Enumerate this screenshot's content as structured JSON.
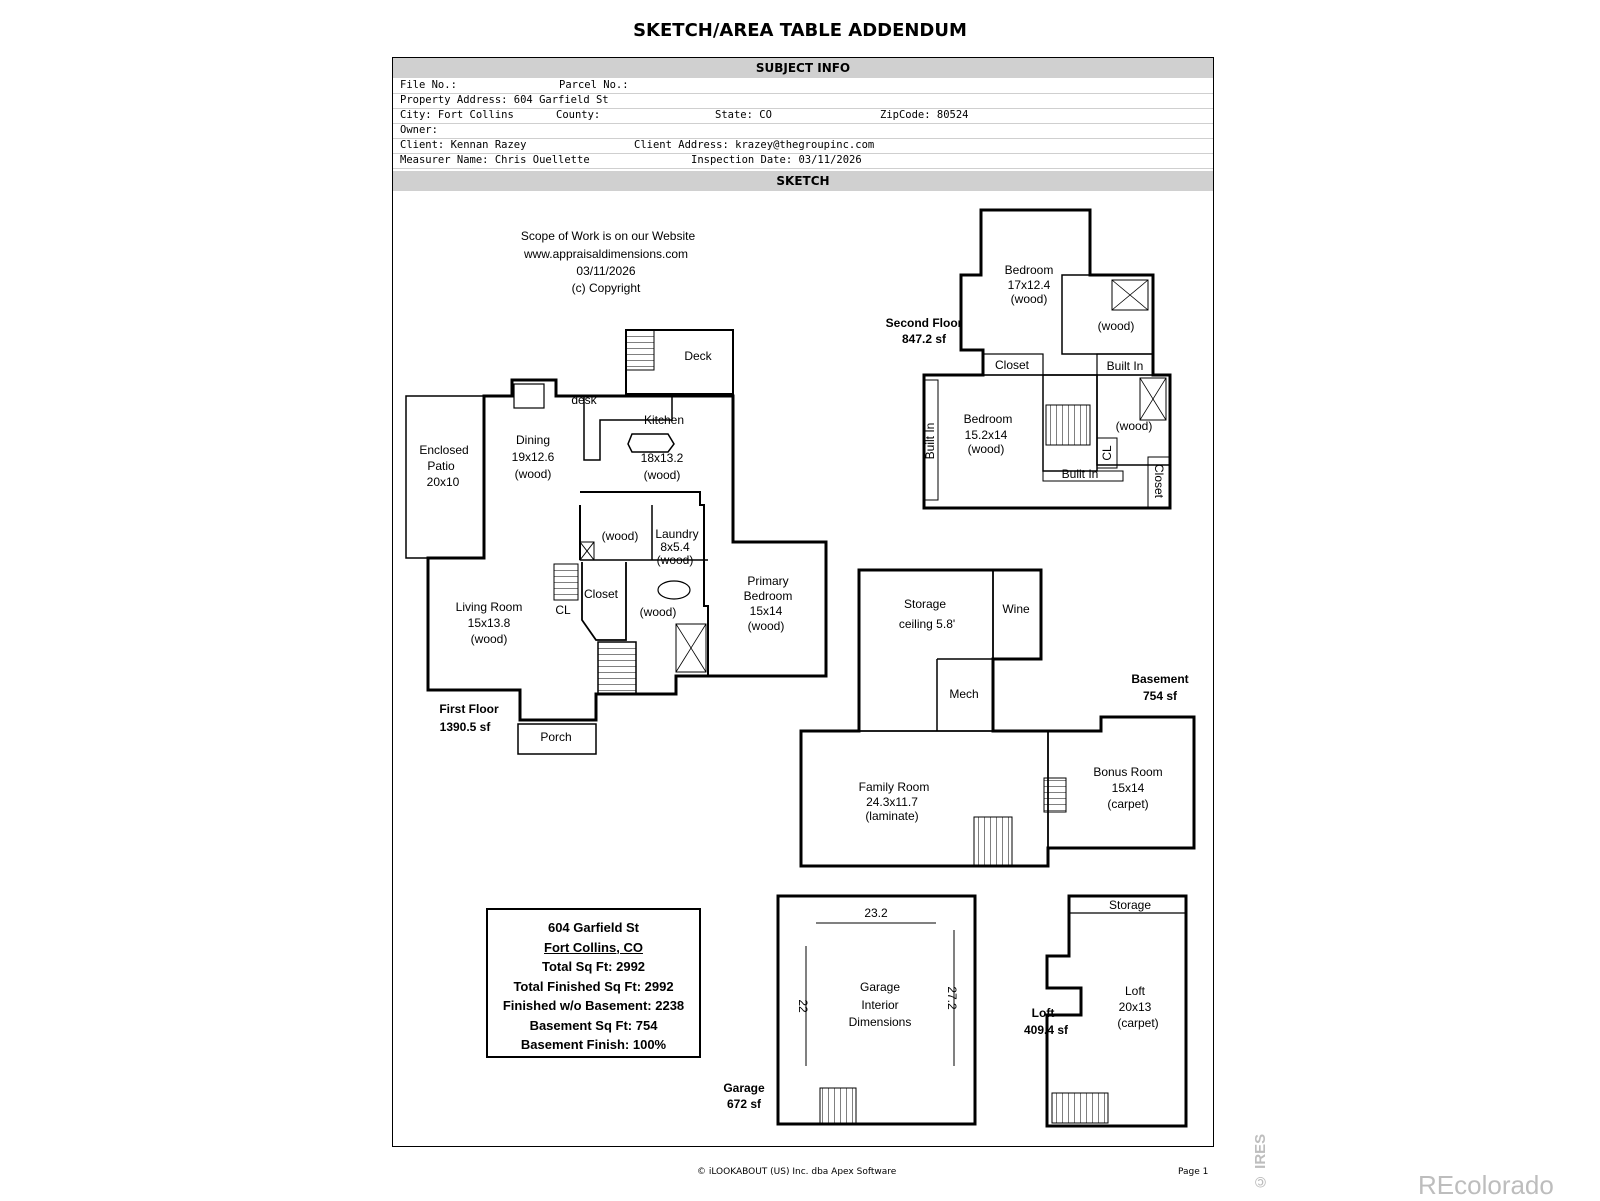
{
  "title": "SKETCH/AREA TABLE ADDENDUM",
  "subject_info": {
    "header": "SUBJECT INFO",
    "file_no": "File No.:",
    "parcel_no": "Parcel No.:",
    "property_address": "Property Address: 604 Garfield St",
    "city": "City: Fort Collins",
    "county": "County:",
    "state": "State: CO",
    "zip": "ZipCode: 80524",
    "owner": "Owner:",
    "client": "Client: Kennan Razey",
    "client_address": "Client Address: krazey@thegroupinc.com",
    "measurer": "Measurer Name: Chris Ouellette",
    "inspection_date": "Inspection Date: 03/11/2026"
  },
  "sketch": {
    "header": "SKETCH",
    "scope": [
      "Scope of Work is on our Website",
      "www.appraisaldimensions.com",
      "03/11/2026",
      "(c) Copyright"
    ],
    "first_floor": {
      "name": "First Floor",
      "area": "1390.5 sf",
      "rooms": {
        "deck": "Deck",
        "desk": "desk",
        "kitchen": [
          "Kitchen",
          "18x13.2",
          "(wood)"
        ],
        "dining": [
          "Dining",
          "19x12.6",
          "(wood)"
        ],
        "enclosed_patio": [
          "Enclosed",
          "Patio",
          "20x10"
        ],
        "bath1": "(wood)",
        "laundry": [
          "Laundry",
          "8x5.4",
          "(wood)"
        ],
        "closet": "Closet",
        "cl": "CL",
        "bath2": "(wood)",
        "living": [
          "Living Room",
          "15x13.8",
          "(wood)"
        ],
        "primary": [
          "Primary",
          "Bedroom",
          "15x14",
          "(wood)"
        ],
        "porch": "Porch"
      }
    },
    "second_floor": {
      "name": "Second Floor",
      "area": "847.2 sf",
      "rooms": {
        "bed1": [
          "Bedroom",
          "17x12.4",
          "(wood)"
        ],
        "bath1": "(wood)",
        "closet1": "Closet",
        "builtin1": "Built In",
        "bed2": [
          "Bedroom",
          "15.2x14",
          "(wood)"
        ],
        "builtin_left": "Built In",
        "cl": "CL",
        "bath2": "(wood)",
        "builtin2": "Built In",
        "closet2": "Closet"
      }
    },
    "basement": {
      "name": "Basement",
      "area": "754 sf",
      "rooms": {
        "storage": [
          "Storage",
          "ceiling 5.8'"
        ],
        "wine": "Wine",
        "mech": "Mech",
        "family": [
          "Family Room",
          "24.3x11.7",
          "(laminate)"
        ],
        "bonus": [
          "Bonus Room",
          "15x14",
          "(carpet)"
        ]
      }
    },
    "garage": {
      "name": "Garage",
      "area": "672 sf",
      "label": [
        "Garage",
        "Interior",
        "Dimensions"
      ],
      "width": "23.2",
      "depth_left": "22",
      "depth_right": "27.2"
    },
    "loft": {
      "name": "Loft",
      "area": "409.4 sf",
      "storage": "Storage",
      "label": [
        "Loft",
        "20x13",
        "(carpet)"
      ]
    },
    "summary": {
      "address": "604 Garfield St",
      "city": "Fort Collins, CO",
      "lines": [
        "Total Sq Ft: 2992",
        "Total Finished Sq Ft: 2992",
        "Finished w/o Basement: 2238",
        "Basement Sq Ft: 754",
        "Basement Finish: 100%"
      ]
    }
  },
  "footer": {
    "copyright": "© iLOOKABOUT (US) Inc. dba Apex Software",
    "page": "Page 1"
  },
  "watermarks": {
    "ires": "© IRES",
    "brand": "REcolorado"
  }
}
